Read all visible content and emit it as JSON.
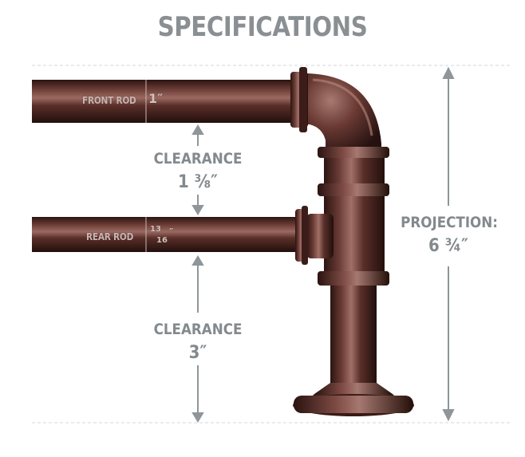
{
  "title": "SPECIFICATIONS",
  "front_rod": {
    "label": "FRONT ROD",
    "value": "1″"
  },
  "rear_rod": {
    "label": "REAR ROD",
    "value_num": "13",
    "value_den": "16",
    "value_unit": "″"
  },
  "clearance_top": {
    "label": "CLEARANCE",
    "value": "1 ⅜″"
  },
  "clearance_bottom": {
    "label": "CLEARANCE",
    "value": "3″"
  },
  "projection": {
    "label": "PROJECTION:",
    "value": "6 ¾″"
  },
  "colors": {
    "bronze": "#4a2622",
    "bronze_highlight": "#8e5a52",
    "label_gray": "#83898d",
    "dim_line": "#9aa0a4"
  }
}
